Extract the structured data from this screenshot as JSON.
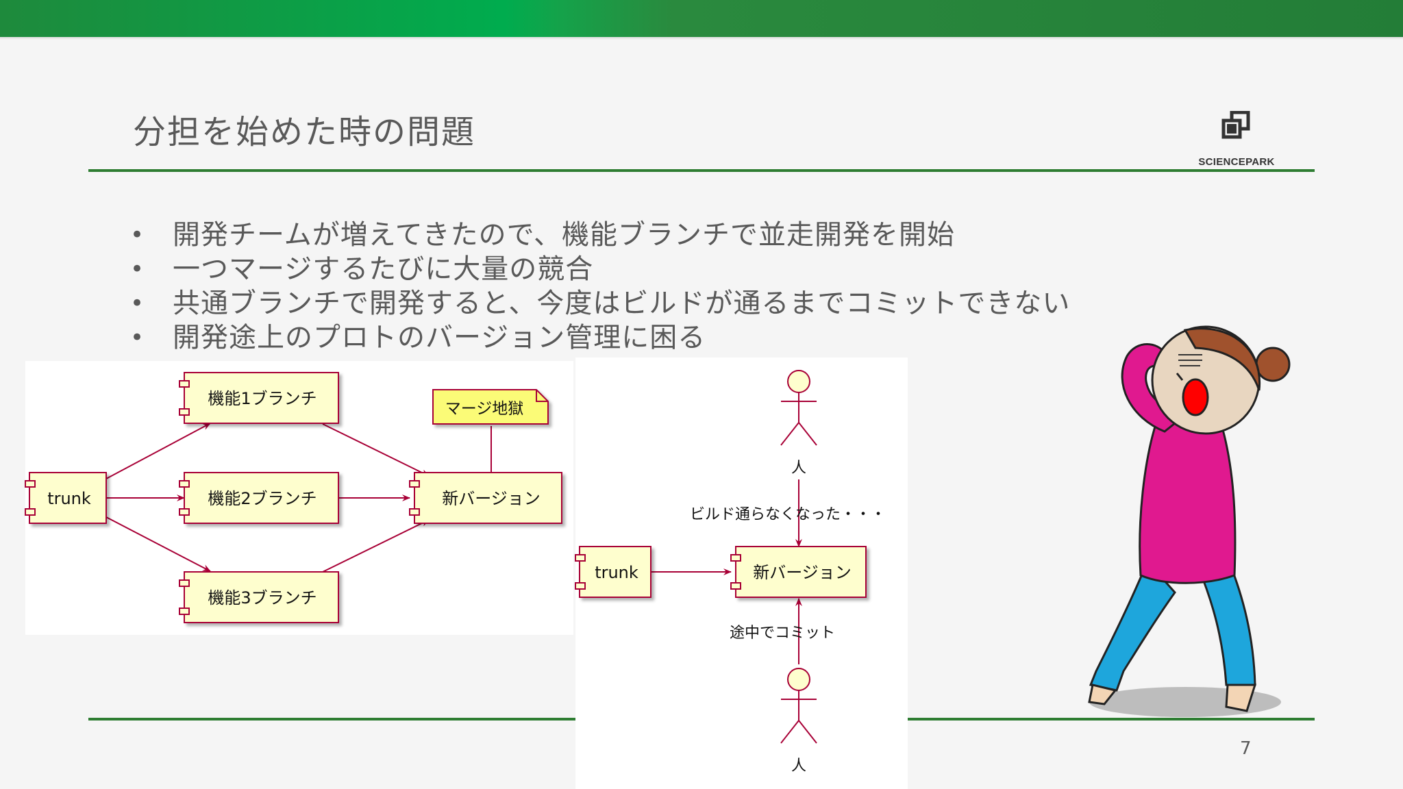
{
  "slide": {
    "title": "分担を始めた時の問題",
    "page_number": "7",
    "logo_text": "SCIENCEPARK",
    "bullets": [
      "開発チームが増えてきたので、機能ブランチで並走開発を開始",
      "一つマージするたびに大量の競合",
      "共通ブランチで開発すると、今度はビルドが通るまでコミットできない",
      "開発途上のプロトのバージョン管理に困る"
    ],
    "bullet_marker": "•"
  },
  "diagram_left": {
    "components": {
      "trunk": "trunk",
      "feature1": "機能1ブランチ",
      "feature2": "機能2ブランチ",
      "feature3": "機能3ブランチ",
      "new_version": "新バージョン"
    },
    "note": "マージ地獄"
  },
  "diagram_right": {
    "components": {
      "trunk": "trunk",
      "new_version": "新バージョン"
    },
    "actor_top": "人",
    "actor_bottom": "人",
    "edge_top_label": "ビルド通らなくなった・・・",
    "edge_bottom_label": "途中でコミット"
  },
  "colors": {
    "top_bar": "#1e8a3c",
    "rule": "#2e7d32",
    "uml_fill": "#fefece",
    "uml_border": "#a80036",
    "note_fill": "#fbfb77",
    "character_shirt": "#e0198f",
    "character_pants": "#1ea6dc"
  }
}
